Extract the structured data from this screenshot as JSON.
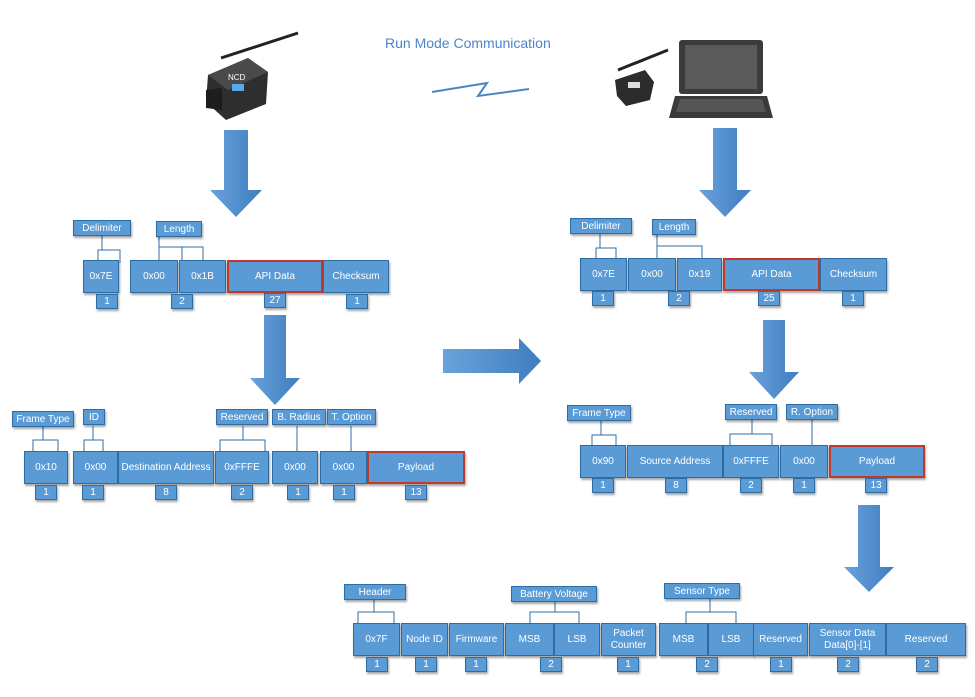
{
  "title": "Run Mode Communication",
  "colors": {
    "box": "#5b9bd5",
    "border": "#2e6da4",
    "highlight": "#c0392b",
    "arrow": "#4e8bcb"
  },
  "tx_frame": {
    "tags": [
      "Delimiter",
      "Length"
    ],
    "fields": [
      {
        "label": "0x7E",
        "size": "1"
      },
      {
        "label": "0x00",
        "size": ""
      },
      {
        "label": "0x1B",
        "size": "2"
      },
      {
        "label": "API Data",
        "size": "27"
      },
      {
        "label": "Checksum",
        "size": "1"
      }
    ]
  },
  "tx_api": {
    "tags": [
      "Frame Type",
      "ID",
      "Reserved",
      "B. Radius",
      "T. Option"
    ],
    "fields": [
      {
        "label": "0x10",
        "size": "1"
      },
      {
        "label": "0x00",
        "size": "1"
      },
      {
        "label": "Destination Address",
        "size": "8"
      },
      {
        "label": "0xFFFE",
        "size": "2"
      },
      {
        "label": "0x00",
        "size": "1"
      },
      {
        "label": "0x00",
        "size": "1"
      },
      {
        "label": "Payload",
        "size": "13"
      }
    ]
  },
  "rx_frame": {
    "tags": [
      "Delimiter",
      "Length"
    ],
    "fields": [
      {
        "label": "0x7E",
        "size": "1"
      },
      {
        "label": "0x00",
        "size": ""
      },
      {
        "label": "0x19",
        "size": "2"
      },
      {
        "label": "API Data",
        "size": "25"
      },
      {
        "label": "Checksum",
        "size": "1"
      }
    ]
  },
  "rx_api": {
    "tags": [
      "Frame Type",
      "Reserved",
      "R. Option"
    ],
    "fields": [
      {
        "label": "0x90",
        "size": "1"
      },
      {
        "label": "Source Address",
        "size": "8"
      },
      {
        "label": "0xFFFE",
        "size": "2"
      },
      {
        "label": "0x00",
        "size": "1"
      },
      {
        "label": "Payload",
        "size": "13"
      }
    ]
  },
  "payload": {
    "tags": [
      "Header",
      "Battery Voltage",
      "Sensor Type"
    ],
    "fields": [
      {
        "label": "0x7F",
        "size": "1"
      },
      {
        "label": "Node ID",
        "size": "1"
      },
      {
        "label": "Firmware",
        "size": "1"
      },
      {
        "label": "MSB",
        "size": ""
      },
      {
        "label": "LSB",
        "size": "2"
      },
      {
        "label": "Packet Counter",
        "size": "1"
      },
      {
        "label": "MSB",
        "size": ""
      },
      {
        "label": "LSB",
        "size": "2"
      },
      {
        "label": "Reserved",
        "size": "1"
      },
      {
        "label": "Sensor Data Data[0]-[1]",
        "size": "2"
      },
      {
        "label": "Reserved",
        "size": "2"
      }
    ]
  }
}
